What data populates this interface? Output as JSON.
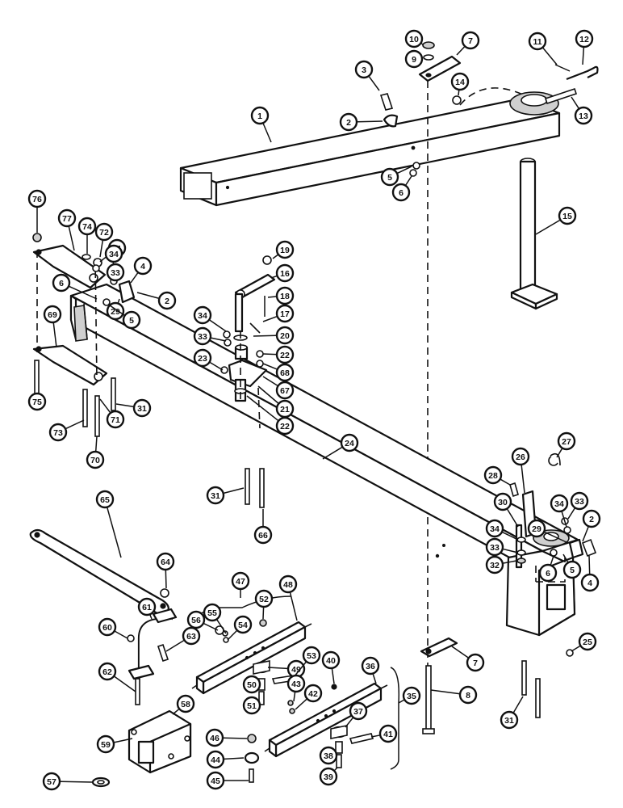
{
  "callouts": [
    {
      "id": "c1",
      "label": "1"
    },
    {
      "id": "c2a",
      "label": "2"
    },
    {
      "id": "c3",
      "label": "3"
    },
    {
      "id": "c5a",
      "label": "5"
    },
    {
      "id": "c6a",
      "label": "6"
    },
    {
      "id": "c7a",
      "label": "7"
    },
    {
      "id": "c9",
      "label": "9"
    },
    {
      "id": "c10",
      "label": "10"
    },
    {
      "id": "c11",
      "label": "11"
    },
    {
      "id": "c12",
      "label": "12"
    },
    {
      "id": "c13",
      "label": "13"
    },
    {
      "id": "c14",
      "label": "14"
    },
    {
      "id": "c15",
      "label": "15"
    },
    {
      "id": "c76",
      "label": "76"
    },
    {
      "id": "c77",
      "label": "77"
    },
    {
      "id": "c74",
      "label": "74"
    },
    {
      "id": "c72",
      "label": "72"
    },
    {
      "id": "c71a",
      "label": "71"
    },
    {
      "id": "c34a",
      "label": "34"
    },
    {
      "id": "c33a",
      "label": "33"
    },
    {
      "id": "c4a",
      "label": "4"
    },
    {
      "id": "c2b",
      "label": "2"
    },
    {
      "id": "c6b",
      "label": "6"
    },
    {
      "id": "c29a",
      "label": "29"
    },
    {
      "id": "c5b",
      "label": "5"
    },
    {
      "id": "c69",
      "label": "69"
    },
    {
      "id": "c75",
      "label": "75"
    },
    {
      "id": "c73",
      "label": "73"
    },
    {
      "id": "c71b",
      "label": "71"
    },
    {
      "id": "c31a",
      "label": "31"
    },
    {
      "id": "c70",
      "label": "70"
    },
    {
      "id": "c19",
      "label": "19"
    },
    {
      "id": "c16",
      "label": "16"
    },
    {
      "id": "c18",
      "label": "18"
    },
    {
      "id": "c34b",
      "label": "34"
    },
    {
      "id": "c17",
      "label": "17"
    },
    {
      "id": "c33b",
      "label": "33"
    },
    {
      "id": "c20",
      "label": "20"
    },
    {
      "id": "c23",
      "label": "23"
    },
    {
      "id": "c22a",
      "label": "22"
    },
    {
      "id": "c68",
      "label": "68"
    },
    {
      "id": "c67",
      "label": "67"
    },
    {
      "id": "c21",
      "label": "21"
    },
    {
      "id": "c22b",
      "label": "22"
    },
    {
      "id": "c24",
      "label": "24"
    },
    {
      "id": "c31b",
      "label": "31"
    },
    {
      "id": "c66",
      "label": "66"
    },
    {
      "id": "c27",
      "label": "27"
    },
    {
      "id": "c26",
      "label": "26"
    },
    {
      "id": "c28",
      "label": "28"
    },
    {
      "id": "c30",
      "label": "30"
    },
    {
      "id": "c33c",
      "label": "33"
    },
    {
      "id": "c34c",
      "label": "34"
    },
    {
      "id": "c2c",
      "label": "2"
    },
    {
      "id": "c34d",
      "label": "34"
    },
    {
      "id": "c29b",
      "label": "29"
    },
    {
      "id": "c33d",
      "label": "33"
    },
    {
      "id": "c32",
      "label": "32"
    },
    {
      "id": "c6c",
      "label": "6"
    },
    {
      "id": "c5c",
      "label": "5"
    },
    {
      "id": "c4b",
      "label": "4"
    },
    {
      "id": "c65",
      "label": "65"
    },
    {
      "id": "c64",
      "label": "64"
    },
    {
      "id": "c47",
      "label": "47"
    },
    {
      "id": "c48",
      "label": "48"
    },
    {
      "id": "c61",
      "label": "61"
    },
    {
      "id": "c56",
      "label": "56"
    },
    {
      "id": "c55",
      "label": "55"
    },
    {
      "id": "c52",
      "label": "52"
    },
    {
      "id": "c54",
      "label": "54"
    },
    {
      "id": "c60",
      "label": "60"
    },
    {
      "id": "c63",
      "label": "63"
    },
    {
      "id": "c49",
      "label": "49"
    },
    {
      "id": "c53",
      "label": "53"
    },
    {
      "id": "c36",
      "label": "36"
    },
    {
      "id": "c62",
      "label": "62"
    },
    {
      "id": "c50",
      "label": "50"
    },
    {
      "id": "c40",
      "label": "40"
    },
    {
      "id": "c43",
      "label": "43"
    },
    {
      "id": "c42",
      "label": "42"
    },
    {
      "id": "c51",
      "label": "51"
    },
    {
      "id": "c25",
      "label": "25"
    },
    {
      "id": "c7b",
      "label": "7"
    },
    {
      "id": "c8",
      "label": "8"
    },
    {
      "id": "c58",
      "label": "58"
    },
    {
      "id": "c35",
      "label": "35"
    },
    {
      "id": "c37",
      "label": "37"
    },
    {
      "id": "c31c",
      "label": "31"
    },
    {
      "id": "c46",
      "label": "46"
    },
    {
      "id": "c41",
      "label": "41"
    },
    {
      "id": "c59",
      "label": "59"
    },
    {
      "id": "c44",
      "label": "44"
    },
    {
      "id": "c38",
      "label": "38"
    },
    {
      "id": "c45",
      "label": "45"
    },
    {
      "id": "c39",
      "label": "39"
    },
    {
      "id": "c57",
      "label": "57"
    }
  ]
}
